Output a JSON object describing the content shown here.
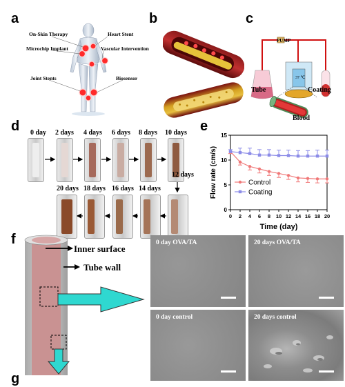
{
  "panels": {
    "a": "a",
    "b": "b",
    "c": "c",
    "d": "d",
    "e": "e",
    "f": "f",
    "g": "g"
  },
  "panel_a": {
    "labels": [
      "On-Skin Therapy",
      "Heart Stent",
      "Microchip Implant",
      "Vascular Intervention",
      "Joint Stents",
      "Biosensor"
    ]
  },
  "panel_c": {
    "pump": "PUMP",
    "temp": "37 ℃",
    "tube": "Tube",
    "coating": "Coating",
    "blood": "Blood"
  },
  "panel_d": {
    "top_row": [
      "0 day",
      "2 days",
      "4 days",
      "6 days",
      "8 days",
      "10 days"
    ],
    "bottom_row": [
      "20 days",
      "18 days",
      "16 days",
      "14 days",
      "12 days"
    ]
  },
  "chart_data": {
    "type": "line",
    "xlabel": "Time (day)",
    "ylabel": "Flow rate (cm/s)",
    "x": [
      0,
      2,
      4,
      6,
      8,
      10,
      12,
      14,
      16,
      18,
      20
    ],
    "xlim": [
      0,
      20
    ],
    "ylim": [
      0,
      15
    ],
    "xticks": [
      "0",
      "2",
      "4",
      "6",
      "8",
      "10",
      "12",
      "14",
      "16",
      "18",
      "20"
    ],
    "yticks": [
      "0",
      "5",
      "10",
      "15"
    ],
    "legend_position": "lower-left",
    "series": [
      {
        "name": "Control",
        "color": "#f07878",
        "values": [
          11.7,
          9.6,
          8.7,
          8.2,
          7.7,
          7.3,
          6.9,
          6.4,
          6.3,
          6.2,
          6.2
        ],
        "err": [
          0.4,
          0.6,
          0.7,
          0.8,
          0.8,
          0.8,
          0.8,
          0.8,
          0.8,
          0.8,
          0.8
        ]
      },
      {
        "name": "Coating",
        "color": "#8c8ce8",
        "values": [
          11.7,
          11.5,
          11.3,
          11.0,
          11.0,
          10.9,
          10.9,
          10.8,
          10.8,
          10.8,
          10.8
        ],
        "err": [
          0.4,
          0.9,
          1.1,
          1.1,
          1.1,
          1.1,
          1.1,
          1.1,
          1.1,
          1.2,
          1.2
        ]
      }
    ]
  },
  "panel_f": {
    "inner_surface": "Inner surface",
    "tube_wall": "Tube wall",
    "sem": [
      "0 day OVA/TA",
      "20 days OVA/TA",
      "0 day control",
      "20 days control"
    ]
  }
}
